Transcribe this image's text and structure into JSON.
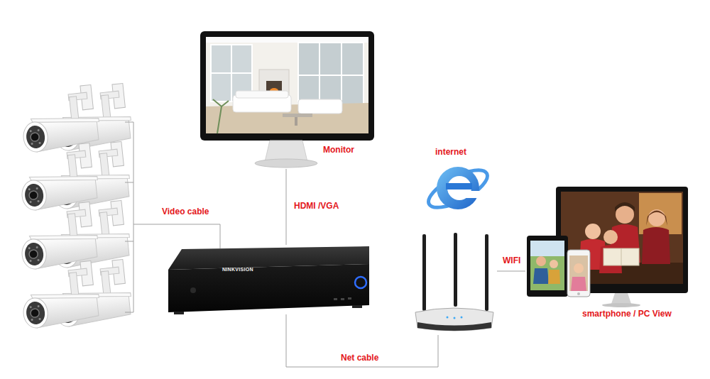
{
  "diagram": {
    "nodes": [
      {
        "text": [
          "Monitor"
        ]
      },
      {
        "text": [
          "NINKVISION"
        ]
      },
      {
        "text": [
          "internet"
        ]
      },
      {
        "text": [
          "smartphone / PC View"
        ]
      }
    ],
    "edges": [
      {
        "from": 0,
        "to": 1,
        "label": "HDMI /VGA",
        "arrow": "none"
      },
      {
        "from": 1,
        "to": 2,
        "label": "Net cable",
        "arrow": "none"
      },
      {
        "from": 2,
        "to": 3,
        "label": "WIFI",
        "arrow": "none"
      }
    ],
    "labels": [
      "Video cable"
    ]
  }
}
